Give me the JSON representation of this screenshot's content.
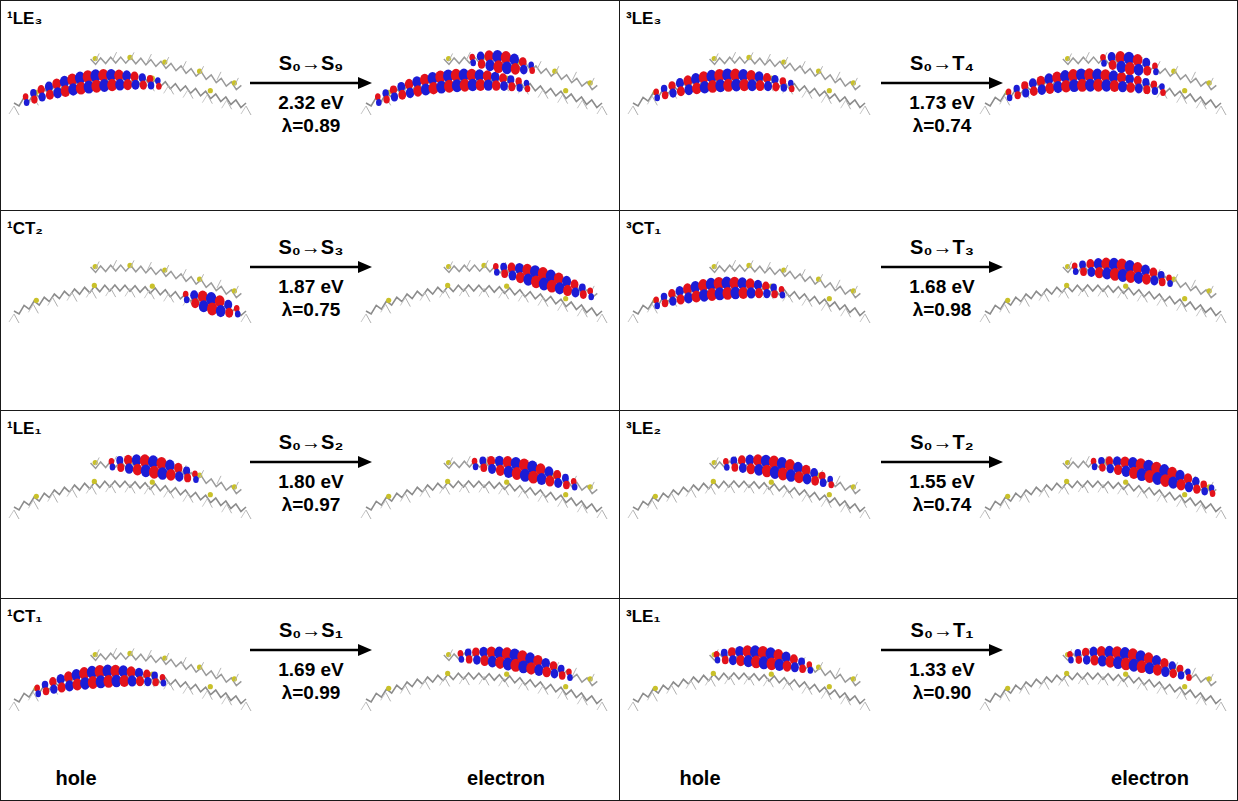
{
  "diagram": {
    "nodes": [
      {
        "text": [
          "¹LE₃"
        ]
      },
      {
        "text": [
          "³LE₃"
        ]
      },
      {
        "text": [
          "¹CT₂"
        ]
      },
      {
        "text": [
          "³CT₁"
        ]
      },
      {
        "text": [
          "¹LE₁"
        ]
      },
      {
        "text": [
          "³LE₂"
        ]
      },
      {
        "text": [
          "¹CT₁"
        ]
      },
      {
        "text": [
          "³LE₁"
        ]
      }
    ],
    "labels": [
      "S₀→S₉",
      "2.32 eV",
      "λ=0.89",
      "S₀→T₄",
      "1.73 eV",
      "λ=0.74",
      "S₀→S₃",
      "1.87 eV",
      "λ=0.75",
      "S₀→T₃",
      "1.68 eV",
      "λ=0.98",
      "S₀→S₂",
      "1.80 eV",
      "λ=0.97",
      "S₀→T₂",
      "1.55 eV",
      "λ=0.74",
      "S₀→S₁",
      "1.69 eV",
      "λ=0.99",
      "S₀→T₁",
      "1.33 eV",
      "λ=0.90",
      "hole",
      "electron",
      "hole",
      "electron"
    ]
  }
}
